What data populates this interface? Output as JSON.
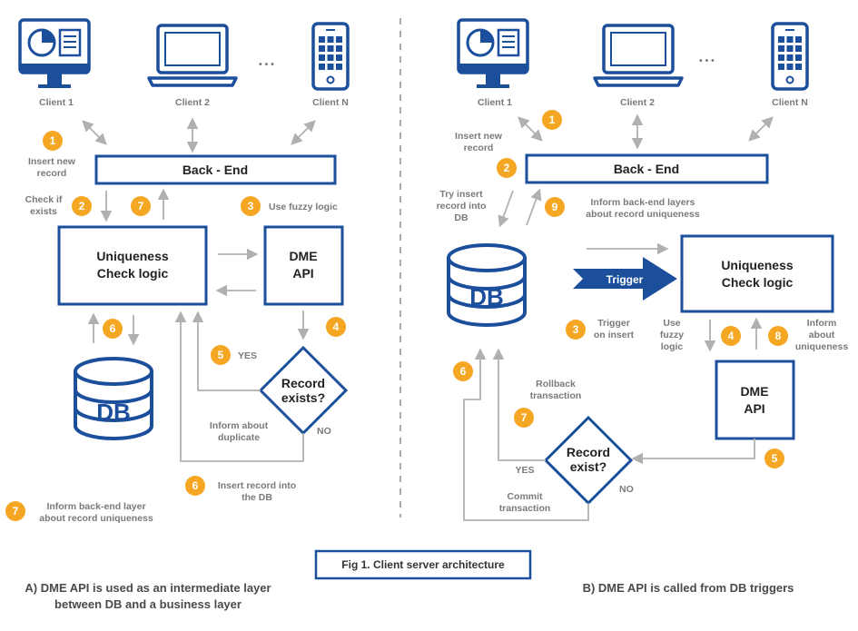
{
  "left": {
    "clients": [
      "Client 1",
      "Client 2",
      "Client N"
    ],
    "backend": "Back - End",
    "uniqueness_line1": "Uniqueness",
    "uniqueness_line2": "Check logic",
    "dme_line1": "DME",
    "dme_line2": "API",
    "db": "DB",
    "decision_line1": "Record",
    "decision_line2": "exists?",
    "steps": {
      "s1": {
        "num": "1",
        "line1": "Insert new",
        "line2": "record"
      },
      "s2": {
        "num": "2",
        "line1": "Check if",
        "line2": "exists"
      },
      "s3": {
        "num": "3",
        "line1": "Use fuzzy logic"
      },
      "s4": {
        "num": "4"
      },
      "s5": {
        "num": "5",
        "line1": "YES"
      },
      "s6a": {
        "num": "6"
      },
      "s6b": {
        "num": "6",
        "line1": "Insert record into",
        "line2": "the DB"
      },
      "s7a": {
        "num": "7"
      },
      "s7b": {
        "num": "7",
        "line1": "Inform back-end layer",
        "line2": "about record uniqueness"
      }
    },
    "inform_duplicate_1": "Inform about",
    "inform_duplicate_2": "duplicate",
    "no": "NO"
  },
  "right": {
    "clients": [
      "Client 1",
      "Client 2",
      "Client N"
    ],
    "backend": "Back - End",
    "uniqueness_line1": "Uniqueness",
    "uniqueness_line2": "Check logic",
    "dme_line1": "DME",
    "dme_line2": "API",
    "db": "DB",
    "trigger": "Trigger",
    "decision_line1": "Record",
    "decision_line2": "exist?",
    "steps": {
      "s1": {
        "num": "1",
        "line1": "Insert new",
        "line2": "record"
      },
      "s2": {
        "num": "2",
        "line1": "Try insert",
        "line2": "record into",
        "line3": "DB"
      },
      "s3": {
        "num": "3",
        "line1": "Trigger",
        "line2": "on insert"
      },
      "s4": {
        "num": "4",
        "line1": "Use",
        "line2": "fuzzy",
        "line3": "logic"
      },
      "s5": {
        "num": "5"
      },
      "s6": {
        "num": "6"
      },
      "s7": {
        "num": "7",
        "line1": "Rollback",
        "line2": "transaction"
      },
      "s8": {
        "num": "8",
        "line1": "Inform",
        "line2": "about",
        "line3": "uniqueness"
      },
      "s9": {
        "num": "9",
        "line1": "Inform back-end layers",
        "line2": "about record uniqueness"
      }
    },
    "yes": "YES",
    "no": "NO",
    "commit_1": "Commit",
    "commit_2": "transaction"
  },
  "fig_caption": "Fig 1. Client server architecture",
  "caption_a_line1": "A) DME API is used as an intermediate layer",
  "caption_a_line2": "between DB and a business layer",
  "caption_b": "B) DME API is called from DB triggers",
  "colors": {
    "blue": "#1b4f9c",
    "orange": "#f5a623",
    "gray_arrow": "#b5b5b5",
    "label": "#7a7a7a"
  }
}
